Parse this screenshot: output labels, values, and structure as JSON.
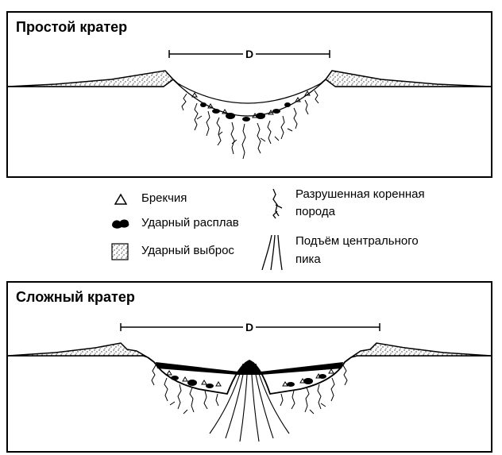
{
  "simple": {
    "title": "Простой кратер",
    "diameter_label": "D"
  },
  "complex": {
    "title": "Сложный кратер",
    "diameter_label": "D"
  },
  "legend": {
    "breccia": "Брекчия",
    "impact_melt": "Ударный расплав",
    "ejecta": "Ударный выброс",
    "fractured_bedrock_line1": "Разрушенная коренная",
    "fractured_bedrock_line2": "порода",
    "central_peak_line1": "Подъём центрального",
    "central_peak_line2": "пика"
  },
  "icons": {
    "breccia": "triangle-icon",
    "impact_melt": "melt-blob-icon",
    "ejecta": "stipple-square-icon",
    "fractured_bedrock": "fracture-icon",
    "central_peak": "uplift-lines-icon"
  }
}
